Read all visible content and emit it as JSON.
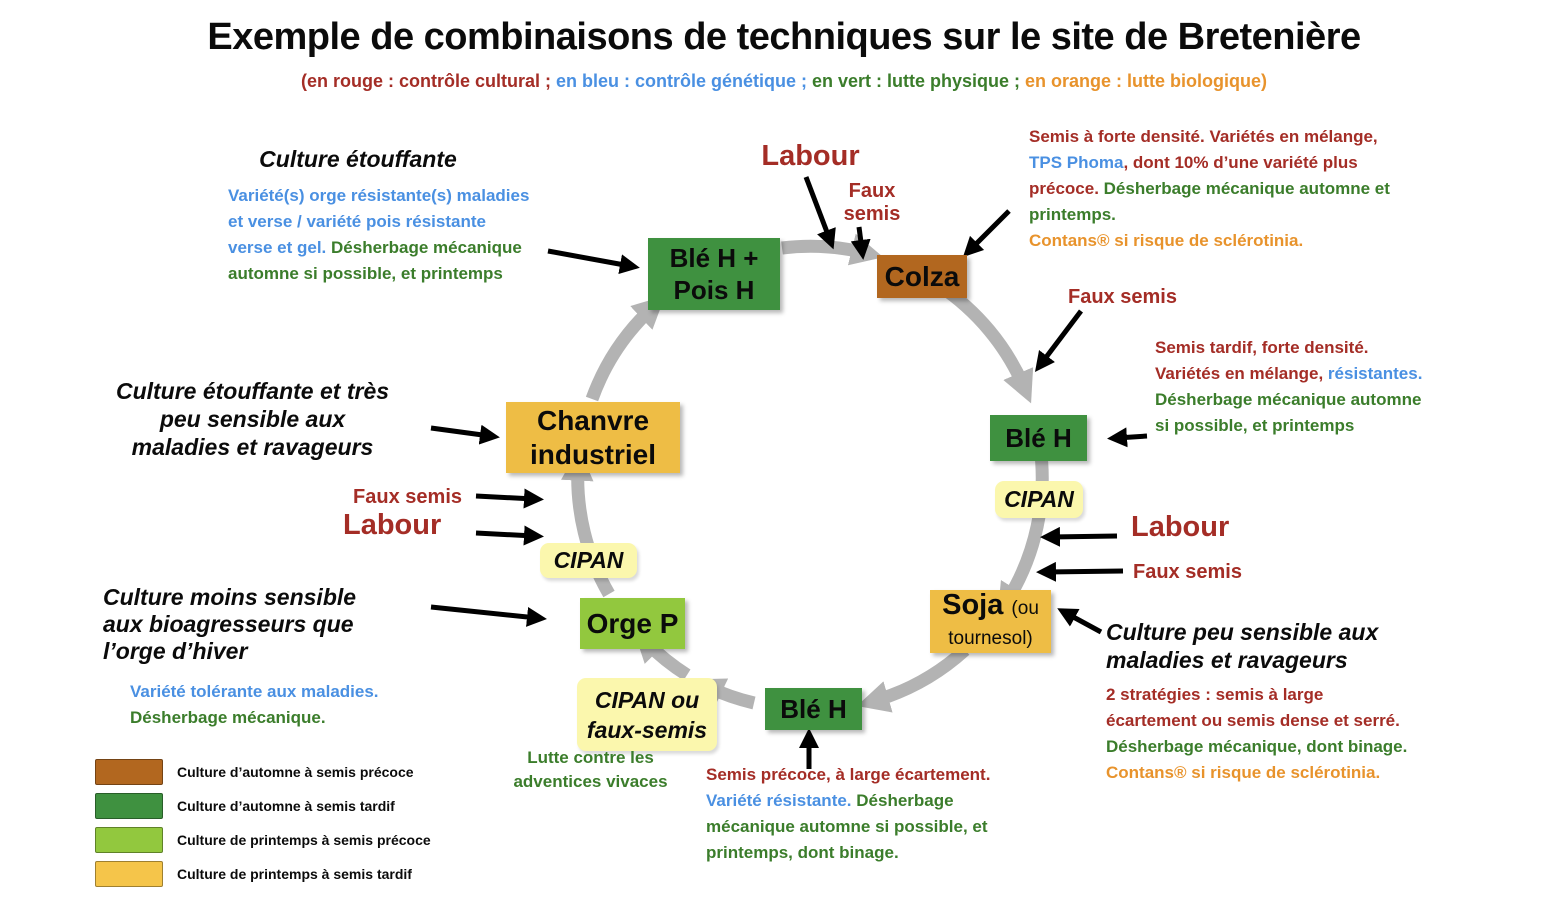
{
  "title": "Exemple de combinaisons de techniques sur le site de Bretenière",
  "subtitle": {
    "segments": [
      {
        "t": "(en rouge : contrôle cultural ; ",
        "c": "red"
      },
      {
        "t": "en bleu : contrôle génétique ; ",
        "c": "blue"
      },
      {
        "t": "en vert : lutte physique ; ",
        "c": "green"
      },
      {
        "t": "en orange : lutte biologique)",
        "c": "orange"
      }
    ]
  },
  "colors": {
    "red": "#a42d26",
    "blue": "#4a90e2",
    "green": "#3b7d2b",
    "orange": "#e8932c",
    "autumn_early": "#b2671f",
    "autumn_late": "#3f9140",
    "spring_early": "#92c83e",
    "spring_late": "#eebd45",
    "cipan": "#fbf7ad",
    "ring_gray": "#b3b3b3"
  },
  "nodes": {
    "ble_h_pois_h": {
      "line1": "Blé H +",
      "line2": "Pois H"
    },
    "colza": {
      "label": "Colza"
    },
    "ble_h_right": {
      "label": "Blé H"
    },
    "cipan_right": {
      "label": "CIPAN"
    },
    "soja": {
      "main": "Soja",
      "suffix": "(ou",
      "line2": "tournesol)"
    },
    "ble_h_bottom": {
      "label": "Blé H"
    },
    "cipan_faux_semis": {
      "line1": "CIPAN ou",
      "line2": "faux-semis"
    },
    "orge_p": {
      "label": "Orge P"
    },
    "cipan_left": {
      "label": "CIPAN"
    },
    "chanvre": {
      "line1": "Chanvre",
      "line2": "industriel"
    }
  },
  "operations": {
    "labour_top": "Labour",
    "faux_semis_top": "Faux semis",
    "faux_semis_colza": "Faux semis",
    "labour_right": "Labour",
    "faux_semis_soja": "Faux semis",
    "faux_semis_left": "Faux semis",
    "labour_left": "Labour"
  },
  "annotations": {
    "culture_etouffante": {
      "heading": "Culture étouffante",
      "lines": [
        {
          "segs": [
            {
              "t": "Variété(s) orge résistante(s) maladies",
              "c": "blue"
            }
          ]
        },
        {
          "segs": [
            {
              "t": "et verse / variété pois résistante",
              "c": "blue"
            }
          ]
        },
        {
          "segs": [
            {
              "t": "verse et gel. ",
              "c": "blue"
            },
            {
              "t": "Désherbage mécanique",
              "c": "green"
            }
          ]
        },
        {
          "segs": [
            {
              "t": "automne si possible, et printemps",
              "c": "green"
            }
          ]
        }
      ]
    },
    "colza_note": {
      "lines": [
        {
          "segs": [
            {
              "t": "Semis à forte densité. Variétés en mélange,",
              "c": "red"
            }
          ]
        },
        {
          "segs": [
            {
              "t": "TPS Phoma",
              "c": "blue"
            },
            {
              "t": ", dont 10% d’une variété plus",
              "c": "red"
            }
          ]
        },
        {
          "segs": [
            {
              "t": "précoce. ",
              "c": "red"
            },
            {
              "t": "Désherbage mécanique automne et",
              "c": "green"
            }
          ]
        },
        {
          "segs": [
            {
              "t": "printemps.",
              "c": "green"
            }
          ]
        },
        {
          "segs": [
            {
              "t": "Contans® si risque de sclérotinia.",
              "c": "orange"
            }
          ]
        }
      ]
    },
    "ble_h_note": {
      "lines": [
        {
          "segs": [
            {
              "t": "Semis tardif, forte densité.",
              "c": "red"
            }
          ]
        },
        {
          "segs": [
            {
              "t": "Variétés en mélange, ",
              "c": "red"
            },
            {
              "t": "résistantes.",
              "c": "blue"
            }
          ]
        },
        {
          "segs": [
            {
              "t": "Désherbage mécanique automne",
              "c": "green"
            }
          ]
        },
        {
          "segs": [
            {
              "t": "si possible, et printemps",
              "c": "green"
            }
          ]
        }
      ]
    },
    "chanvre_note": {
      "heading_lines": [
        "Culture étouffante et très",
        "peu sensible aux",
        "maladies et ravageurs"
      ]
    },
    "orge_note": {
      "heading_lines": [
        "Culture moins sensible",
        "aux bioagresseurs que",
        "l’orge d’hiver"
      ],
      "lines": [
        {
          "segs": [
            {
              "t": "Variété tolérante aux maladies.",
              "c": "blue"
            }
          ]
        },
        {
          "segs": [
            {
              "t": "Désherbage mécanique.",
              "c": "green"
            }
          ]
        }
      ]
    },
    "soja_note": {
      "heading_lines": [
        "Culture peu sensible aux",
        "maladies et  ravageurs"
      ],
      "lines": [
        {
          "segs": [
            {
              "t": "2 stratégies : semis à large",
              "c": "red"
            }
          ]
        },
        {
          "segs": [
            {
              "t": "écartement ou semis dense et serré.",
              "c": "red"
            }
          ]
        },
        {
          "segs": [
            {
              "t": "Désherbage mécanique, dont binage.",
              "c": "green"
            }
          ]
        },
        {
          "segs": [
            {
              "t": "Contans® si risque de sclérotinia.",
              "c": "orange"
            }
          ]
        }
      ]
    },
    "ble_h_bottom_note": {
      "lines": [
        {
          "segs": [
            {
              "t": "Semis précoce, à large écartement.",
              "c": "red"
            }
          ]
        },
        {
          "segs": [
            {
              "t": "Variété résistante. ",
              "c": "blue"
            },
            {
              "t": "Désherbage",
              "c": "green"
            }
          ]
        },
        {
          "segs": [
            {
              "t": "mécanique automne si possible, et",
              "c": "green"
            }
          ]
        },
        {
          "segs": [
            {
              "t": "printemps, dont binage.",
              "c": "green"
            }
          ]
        }
      ]
    },
    "adventices_note": {
      "lines": [
        {
          "segs": [
            {
              "t": "Lutte contre les",
              "c": "green"
            }
          ]
        },
        {
          "segs": [
            {
              "t": "adventices vivaces",
              "c": "green"
            }
          ]
        }
      ]
    }
  },
  "legend": {
    "items": [
      {
        "color": "#b2671f",
        "label": "Culture d’automne à semis précoce"
      },
      {
        "color": "#3f9140",
        "label": "Culture d’automne à semis tardif"
      },
      {
        "color": "#92c83e",
        "label": "Culture  de printemps à semis précoce"
      },
      {
        "color": "#f5c54a",
        "label": "Culture de printemps à semis tardif"
      }
    ]
  }
}
